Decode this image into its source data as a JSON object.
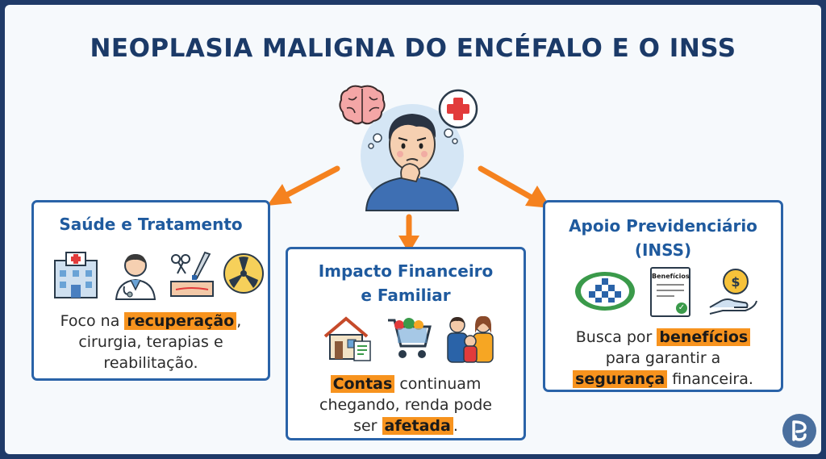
{
  "title": "NEOPLASIA MALIGNA DO ENCÉFALO E O INSS",
  "cards": {
    "saude": {
      "title": "Saúde e Tratamento",
      "text_1": "Foco na ",
      "highlight_1": "recuperação",
      "text_2": ",",
      "text_3": "cirurgia, terapias e",
      "text_4": "reabilitação."
    },
    "impacto": {
      "title_line_1": "Impacto Financeiro",
      "title_line_2": "e Familiar",
      "highlight_1": "Contas",
      "text_1": " continuam",
      "text_2": "chegando, renda pode",
      "text_3": "ser ",
      "highlight_2": "afetada",
      "text_4": "."
    },
    "apoio": {
      "title_line_1": "Apoio Previdenciário",
      "title_line_2": "(INSS)",
      "text_1": "Busca por ",
      "highlight_1": "benefícios",
      "text_2": "para garantir a",
      "highlight_2": "segurança",
      "text_3": " financeira.",
      "document_label": "Benefícios"
    }
  },
  "colors": {
    "primary_blue": "#2a63a8",
    "title_navy": "#1b3a68",
    "highlight_orange": "#f7931e",
    "arrow_orange": "#f5821f"
  },
  "icons": [
    "brain-icon",
    "medical-cross-icon",
    "thinking-person-icon",
    "hospital-icon",
    "doctor-icon",
    "surgery-scissors-icon",
    "radiation-icon",
    "house-bills-icon",
    "shopping-cart-icon",
    "family-icon",
    "inss-logo-icon",
    "benefits-document-icon",
    "coin-hand-icon",
    "brand-logo-icon"
  ]
}
